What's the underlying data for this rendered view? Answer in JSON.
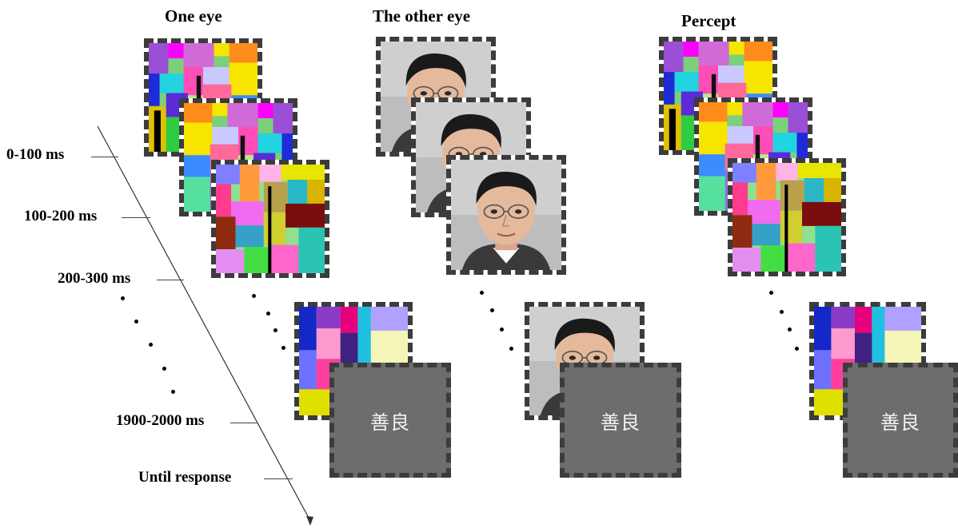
{
  "columns": {
    "one_eye": "One eye",
    "other_eye": "The other eye",
    "percept": "Percept"
  },
  "time_labels": [
    "0-100 ms",
    "100-200 ms",
    "200-300 ms",
    "1900-2000 ms",
    "Until response"
  ],
  "word": "善良",
  "colors": {
    "frame_border": "#3c3c3c",
    "blank_screen": "#6d6d6d",
    "word_color": "#f2f2f2"
  },
  "icons": {
    "mondrian": "mondrian-mask-pattern",
    "face": "face-photo",
    "arrow": "time-arrow"
  }
}
